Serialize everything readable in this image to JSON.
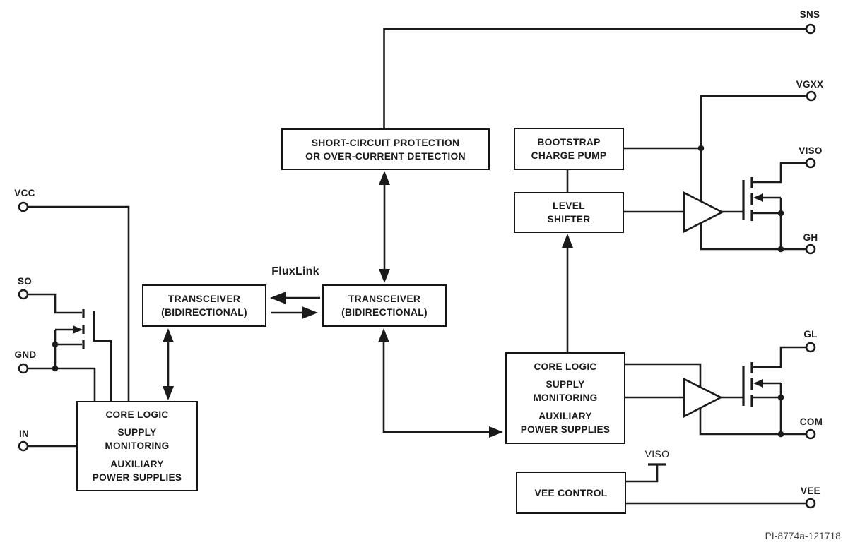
{
  "colors": {
    "line": "#1a1a1a",
    "background": "#ffffff",
    "text": "#1a1a1a",
    "figure_id_text": "#3c3c3c"
  },
  "labels": {
    "fluxlink": "FluxLink",
    "figure_id": "PI-8774a-121718"
  },
  "boxes": {
    "short_circuit": {
      "line1": "SHORT-CIRCUIT PROTECTION",
      "line2": "OR OVER-CURRENT DETECTION"
    },
    "transceiver_left": {
      "line1": "TRANSCEIVER",
      "line2": "(BIDIRECTIONAL)"
    },
    "transceiver_right": {
      "line1": "TRANSCEIVER",
      "line2": "(BIDIRECTIONAL)"
    },
    "bootstrap_charge_pump": {
      "line1": "BOOTSTRAP",
      "line2": "CHARGE PUMP"
    },
    "level_shifter": {
      "line1": "LEVEL",
      "line2": "SHIFTER"
    },
    "core_left": {
      "line1": "CORE LOGIC",
      "line2": "SUPPLY",
      "line3": "MONITORING",
      "line4": "AUXILIARY",
      "line5": "POWER SUPPLIES"
    },
    "core_right": {
      "line1": "CORE LOGIC",
      "line2": "SUPPLY",
      "line3": "MONITORING",
      "line4": "AUXILIARY",
      "line5": "POWER SUPPLIES"
    },
    "vee_control": {
      "line1": "VEE CONTROL"
    }
  },
  "terminals": {
    "vcc": "VCC",
    "so": "SO",
    "gnd": "GND",
    "in": "IN",
    "sns": "SNS",
    "vgxx": "VGXX",
    "viso_top": "VISO",
    "gh": "GH",
    "gl": "GL",
    "com": "COM",
    "vee": "VEE",
    "viso_bottom": "VISO"
  }
}
